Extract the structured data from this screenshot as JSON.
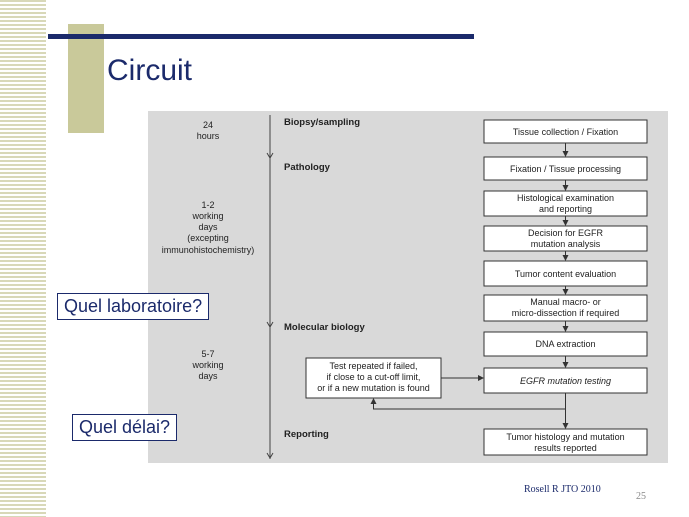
{
  "slide": {
    "title": "Circuit",
    "citation": "Rosell R JTO 2010",
    "page_number": "25"
  },
  "callouts": {
    "laboratory": "Quel laboratoire?",
    "delay": "Quel délai?"
  },
  "diagram": {
    "durations": [
      [
        "24",
        "hours"
      ],
      [
        "1-2",
        "working",
        "days",
        "(excepting",
        "immunohistochemistry)"
      ],
      [
        "5-7",
        "working",
        "days"
      ]
    ],
    "phases": [
      "Biopsy/sampling",
      "Pathology",
      "Molecular biology",
      "Reporting"
    ],
    "steps": [
      [
        "Tissue collection / Fixation"
      ],
      [
        "Fixation / Tissue processing"
      ],
      [
        "Histological examination",
        "and reporting"
      ],
      [
        "Decision for EGFR",
        "mutation analysis"
      ],
      [
        "Tumor content evaluation"
      ],
      [
        "Manual macro- or",
        "micro-dissection if required"
      ],
      [
        "DNA extraction"
      ],
      [
        "EGFR mutation testing"
      ],
      [
        "Tumor histology and mutation",
        "results reported"
      ]
    ],
    "retest": [
      "Test repeated if failed,",
      "if close to a cut-off limit,",
      "or if a new mutation is found"
    ]
  }
}
